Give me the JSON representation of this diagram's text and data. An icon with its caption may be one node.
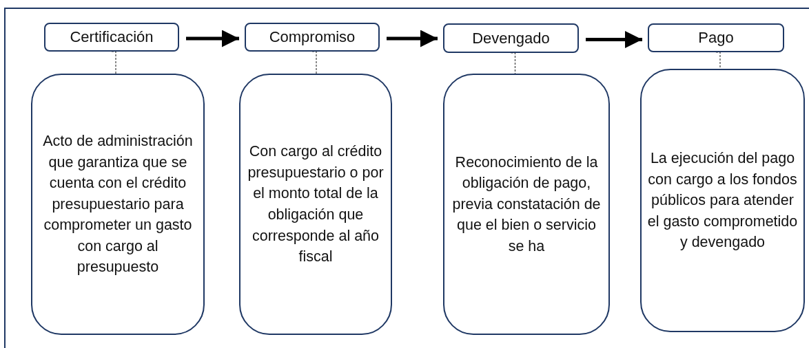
{
  "diagram": {
    "nodes": [
      {
        "text": [
          "Certificación"
        ]
      },
      {
        "text": [
          "Compromiso"
        ]
      },
      {
        "text": [
          "Devengado"
        ]
      },
      {
        "text": [
          "Pago"
        ]
      },
      {
        "text": [
          "Acto de administración que garantiza que se cuenta con el crédito presupuestario para comprometer un gasto con cargo al presupuesto"
        ]
      },
      {
        "text": [
          "Con cargo al crédito presupuestario o por el monto total de la obligación que corresponde al año fiscal"
        ]
      },
      {
        "text": [
          "Reconocimiento de la obligación de pago, previa constatación de que el bien o servicio se ha"
        ]
      },
      {
        "text": [
          "La ejecución del pago con cargo a los fondos públicos para atender el gasto comprometido y devengado"
        ]
      }
    ],
    "edges": [
      {
        "from": 0,
        "to": 1,
        "arrow": "to",
        "style": "thick"
      },
      {
        "from": 1,
        "to": 2,
        "arrow": "to",
        "style": "thick"
      },
      {
        "from": 2,
        "to": 3,
        "arrow": "to",
        "style": "thick"
      },
      {
        "from": 0,
        "to": 4,
        "arrow": "none",
        "style": "dashed"
      },
      {
        "from": 1,
        "to": 5,
        "arrow": "none",
        "style": "dashed"
      },
      {
        "from": 2,
        "to": 6,
        "arrow": "none",
        "style": "dashed"
      },
      {
        "from": 3,
        "to": 7,
        "arrow": "none",
        "style": "dashed"
      }
    ]
  }
}
